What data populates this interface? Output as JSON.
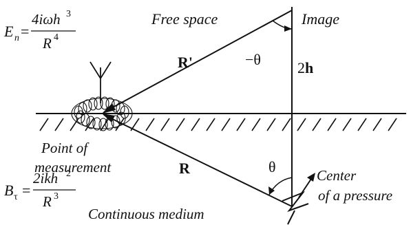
{
  "labels": {
    "free_space": "Free space",
    "image": "Image",
    "point_line1": "Point of",
    "point_line2": "measurement",
    "center_line1": "Center",
    "center_line2": "of a pressure",
    "continuous_medium": "Continuous medium",
    "r_prime": "R'",
    "r": "R",
    "minus_theta": "−θ",
    "theta": "θ",
    "two_h_num": "2",
    "two_h_h": "h"
  },
  "formulas": {
    "en": {
      "lhs": "E",
      "sub": "n",
      "eq": "=",
      "num_a": "4iωh",
      "num_exp": "3",
      "den_a": "R",
      "den_exp": "4"
    },
    "bt": {
      "lhs": "B",
      "sub": "τ",
      "eq": "=",
      "num_a": "2ikh",
      "num_exp": "2",
      "den_a": "R",
      "den_exp": "3"
    }
  }
}
